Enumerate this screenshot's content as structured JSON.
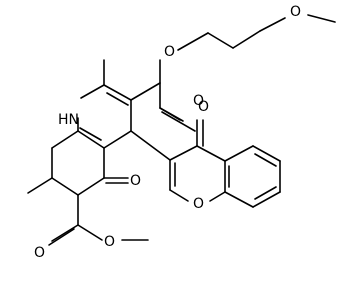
{
  "structure": {
    "atoms": {
      "nh": "HN",
      "o_ester_methoxy_chain": "O",
      "o_ether_methoxy": "O",
      "o_carbonyl_ester_right": "O",
      "o_ketone_chromone": "O",
      "o_ketone_ring": "O",
      "o_ring_chromone": "O",
      "o_ester_bottom_single": "O",
      "o_ester_bottom_double": "O"
    }
  }
}
